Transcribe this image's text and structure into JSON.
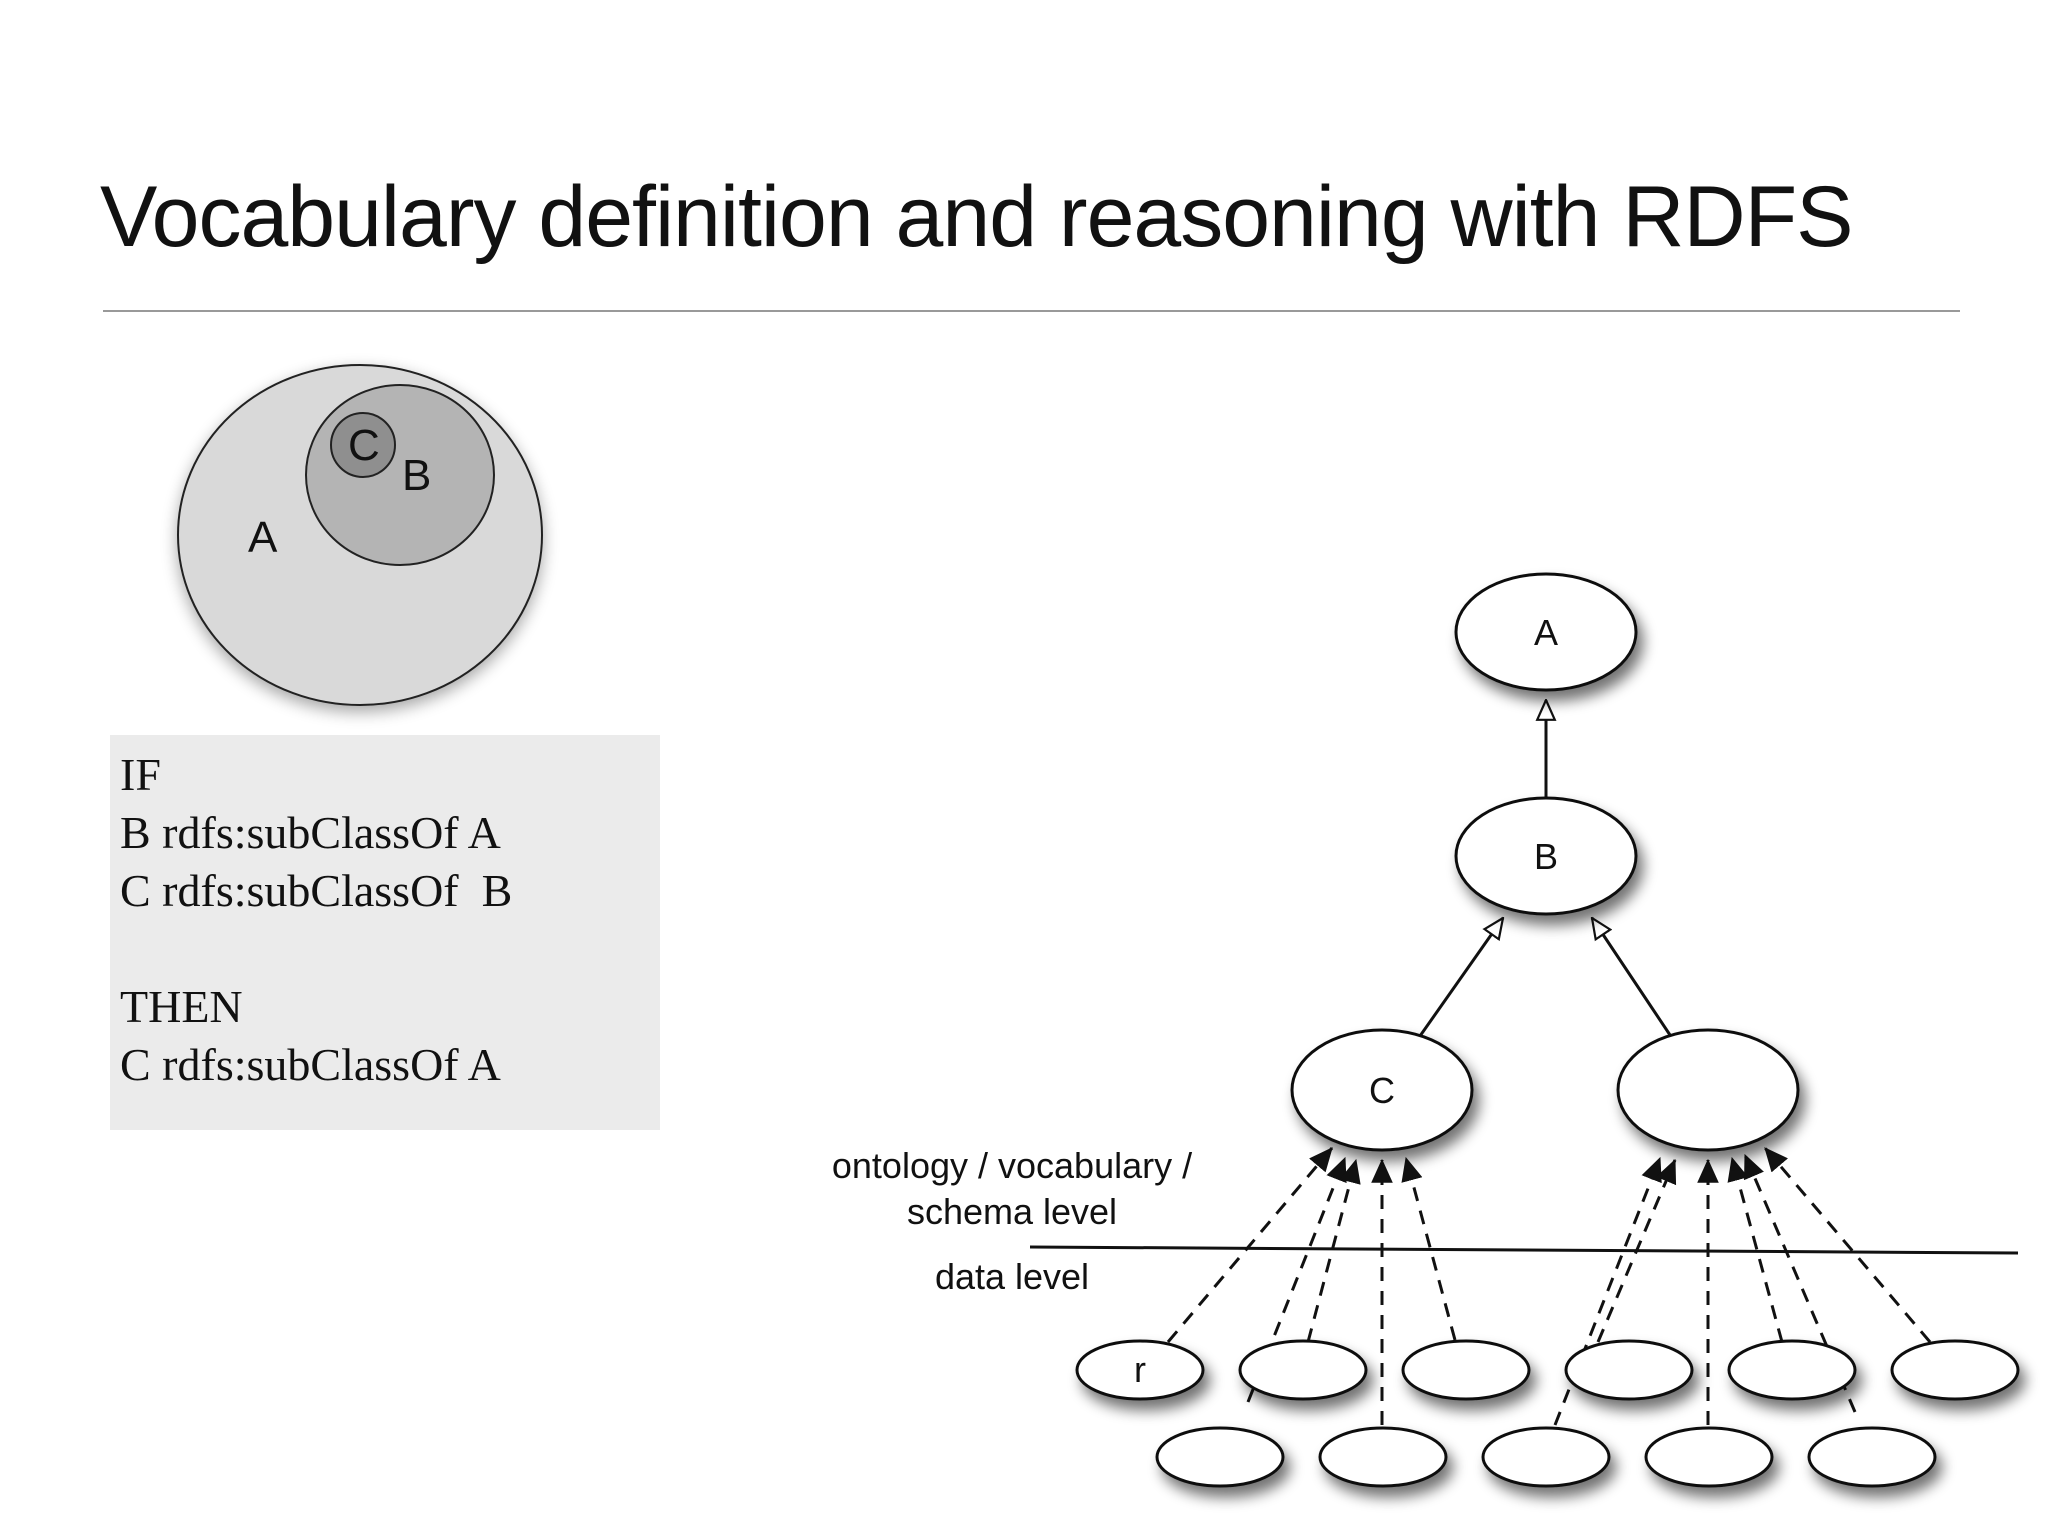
{
  "slide": {
    "title": "Vocabulary definition and reasoning with RDFS"
  },
  "venn": {
    "outer_label": "A",
    "middle_label": "B",
    "inner_label": "C"
  },
  "rule": {
    "if_keyword": "IF",
    "premise_1": "B rdfs:subClassOf A",
    "premise_2": "C rdfs:subClassOf  B",
    "then_keyword": "THEN",
    "conclusion": "C rdfs:subClassOf A"
  },
  "hierarchy": {
    "node_a_label": "A",
    "node_b_label": "B",
    "node_c_label": "C",
    "node_d_label": "",
    "instance_r_label": "r"
  },
  "levels": {
    "schema_label_line1": "ontology / vocabulary /",
    "schema_label_line2": "schema level",
    "data_label": "data level"
  }
}
